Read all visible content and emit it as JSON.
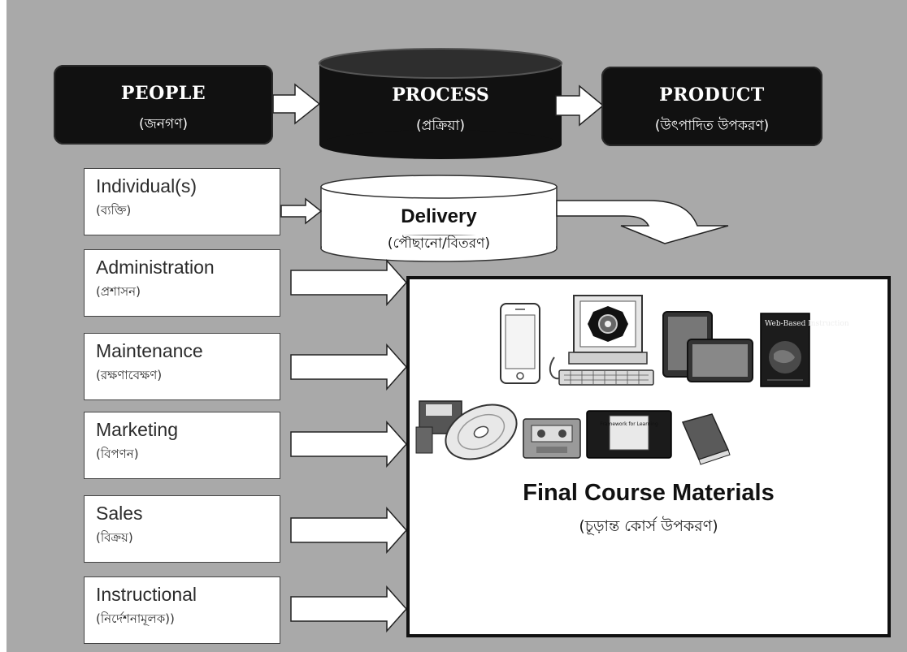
{
  "top_row": {
    "people": {
      "title": "PEOPLE",
      "subtitle": "(জনগণ)"
    },
    "process": {
      "title": "PROCESS",
      "subtitle": "(প্রক্রিয়া)"
    },
    "product": {
      "title": "PRODUCT",
      "subtitle": "(উৎপাদিত উপকরণ)"
    }
  },
  "delivery": {
    "title": "Delivery",
    "subtitle": "(পৌছানো/বিতরণ)"
  },
  "people_boxes": [
    {
      "label": "Individual(s)",
      "bengali": "(ব্যক্তি)"
    },
    {
      "label": "Administration",
      "bengali": "(প্রশাসন)"
    },
    {
      "label": "Maintenance",
      "bengali": "(রক্ষণাবেক্ষণ)"
    },
    {
      "label": "Marketing",
      "bengali": "(বিপণন)"
    },
    {
      "label": "Sales",
      "bengali": "(বিক্রয়)"
    },
    {
      "label": "Instructional",
      "bengali": "(নির্দেশনামূলক))"
    }
  ],
  "final": {
    "title": "Final Course Materials",
    "subtitle": "(চূড়ান্ত কোর্স উপকরণ)",
    "book_cover": "Web-Based Instruction",
    "vhs_label": "Framework for Learning"
  }
}
